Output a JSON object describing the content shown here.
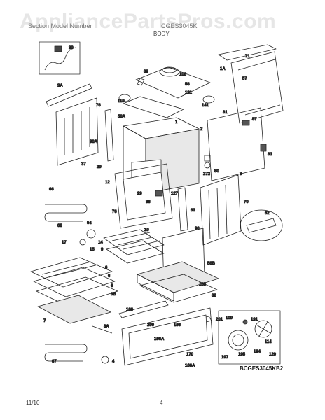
{
  "header": {
    "watermark": "AppliancePartsPros.com",
    "left": "Section Model Number",
    "right": "CGES3045K",
    "section": "BODY"
  },
  "footer": {
    "date": "11/10",
    "page": "4"
  },
  "diagram_code": "BCGES3045KB2",
  "callouts": {
    "c39": "39",
    "c3A": "3A",
    "c89": "89",
    "c108": "108",
    "c1A": "1A",
    "c71": "71",
    "c58": "58",
    "c57a": "57",
    "c131": "131",
    "c119": "119",
    "c141": "141",
    "c76": "76",
    "c58A": "58A",
    "c1": "1",
    "c2": "2",
    "c81a": "81",
    "c57b": "57",
    "c81b": "81",
    "c90A": "90A",
    "c37": "37",
    "c29a": "29",
    "c12": "12",
    "c80": "80",
    "c272": "272",
    "c3": "3",
    "c66": "66",
    "c29b": "29",
    "c127": "127",
    "c62": "62",
    "c70": "70",
    "c86": "86",
    "c63": "63",
    "c76b": "76",
    "c68": "68",
    "c10": "10",
    "c90": "90",
    "c54": "54",
    "c17": "17",
    "c14": "14",
    "c15": "15",
    "c9": "9",
    "c58B": "58B",
    "c6a": "6",
    "c6b": "6",
    "c6c": "6",
    "c6B": "6B",
    "c165": "165",
    "c82": "82",
    "c7": "7",
    "c166a": "166",
    "c200": "200",
    "c201": "201",
    "c8A": "8A",
    "c166b": "166",
    "c166A": "166A",
    "c166Ab": "166A",
    "c170": "170",
    "c67": "67",
    "c4": "4",
    "c109": "109",
    "c191": "191",
    "c114": "114",
    "c120": "120",
    "c197": "197",
    "c195": "195",
    "c194": "194"
  }
}
